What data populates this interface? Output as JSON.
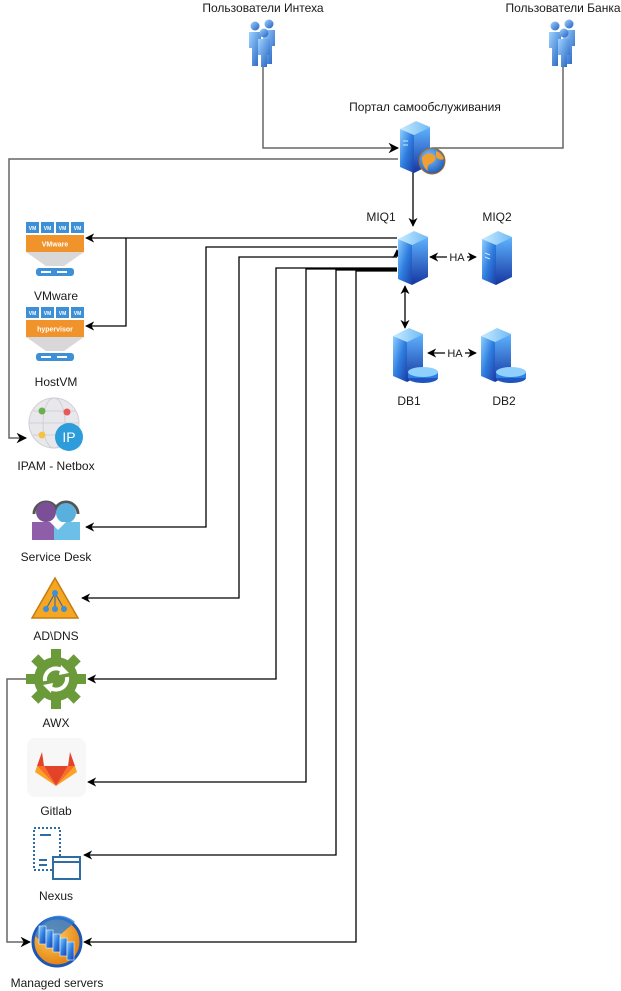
{
  "diagram": {
    "nodes": {
      "users_intekh": {
        "label": "Пользователи Интеха",
        "icon": "users-icon"
      },
      "users_bank": {
        "label": "Пользователи Банка",
        "icon": "users-icon"
      },
      "portal": {
        "label": "Портал самообслуживания",
        "icon": "web-server-icon"
      },
      "miq1": {
        "label": "MIQ1",
        "icon": "server-icon"
      },
      "miq2": {
        "label": "MIQ2",
        "icon": "server-icon"
      },
      "db1": {
        "label": "DB1",
        "icon": "database-server-icon"
      },
      "db2": {
        "label": "DB2",
        "icon": "database-server-icon"
      },
      "vmware": {
        "label": "VMware",
        "icon": "vmware-hypervisor-icon",
        "banner": "VMware",
        "vm_tag": "VM"
      },
      "hostvm": {
        "label": "HostVM",
        "icon": "hypervisor-icon",
        "banner": "hypervisor",
        "vm_tag": "VM"
      },
      "ipam": {
        "label": "IPAM - Netbox",
        "icon": "ipam-globe-icon",
        "badge": "IP"
      },
      "service_desk": {
        "label": "Service Desk",
        "icon": "service-desk-icon"
      },
      "ad_dns": {
        "label": "AD\\DNS",
        "icon": "active-directory-icon"
      },
      "awx": {
        "label": "AWX",
        "icon": "awx-gear-icon"
      },
      "gitlab": {
        "label": "Gitlab",
        "icon": "gitlab-icon"
      },
      "nexus": {
        "label": "Nexus",
        "icon": "nexus-icon"
      },
      "managed_servers": {
        "label": "Managed servers",
        "icon": "server-farm-icon"
      }
    },
    "edge_labels": {
      "miq_ha": "HA",
      "db_ha": "HA"
    },
    "edges": [
      {
        "from": "users_intekh",
        "to": "portal"
      },
      {
        "from": "users_bank",
        "to": "portal"
      },
      {
        "from": "portal",
        "to": "miq1"
      },
      {
        "from": "portal",
        "to": "ipam"
      },
      {
        "from": "miq1",
        "to": "miq2",
        "label": "HA",
        "bidirectional": true
      },
      {
        "from": "miq1",
        "to": "db1",
        "bidirectional": true
      },
      {
        "from": "db1",
        "to": "db2",
        "label": "HA",
        "bidirectional": true
      },
      {
        "from": "miq1",
        "to": "vmware"
      },
      {
        "from": "miq1",
        "to": "hostvm"
      },
      {
        "from": "miq1",
        "to": "service_desk"
      },
      {
        "from": "miq1",
        "to": "ad_dns"
      },
      {
        "from": "miq1",
        "to": "awx"
      },
      {
        "from": "miq1",
        "to": "gitlab"
      },
      {
        "from": "miq1",
        "to": "nexus"
      },
      {
        "from": "miq1",
        "to": "managed_servers"
      },
      {
        "from": "awx",
        "to": "managed_servers"
      }
    ],
    "colors": {
      "server_blue": "#2f7fe0",
      "line_dark": "#000000",
      "line_gray": "#666666",
      "vmware_orange": "#f0932b",
      "vm_blue": "#3d8fd6",
      "awx_green": "#6a9a3a",
      "ad_orange": "#f5a623"
    }
  }
}
